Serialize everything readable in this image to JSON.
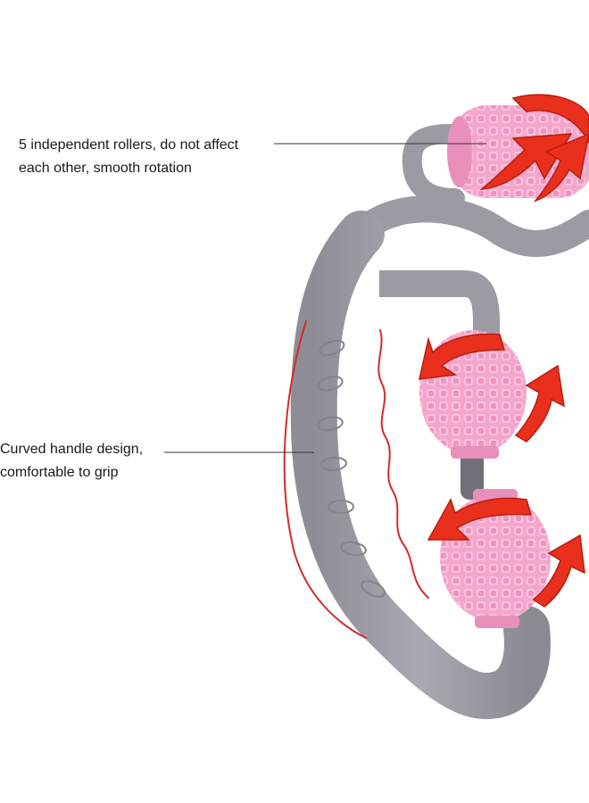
{
  "callouts": {
    "rollers": {
      "line1": "5 independent rollers, do not affect",
      "line2": "each other, smooth rotation"
    },
    "handle": {
      "line1": "Curved handle design,",
      "line2": "comfortable to grip"
    }
  },
  "colors": {
    "handle": "#9c9ba3",
    "roller": "#f2a2c9",
    "arrow": "#e8301c",
    "motion_line": "#d62a2a",
    "leader_line": "#333333"
  },
  "icons": [
    "massage-roller-product",
    "rotation-arrow-icon",
    "motion-line"
  ]
}
